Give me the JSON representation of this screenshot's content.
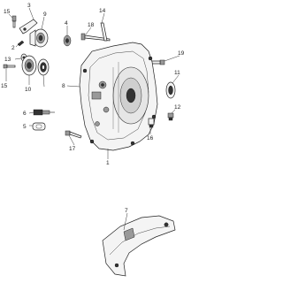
{
  "diagram": {
    "callouts": [
      {
        "id": "c15a",
        "label": "15"
      },
      {
        "id": "c3",
        "label": "3"
      },
      {
        "id": "c9",
        "label": "9"
      },
      {
        "id": "c2",
        "label": "2"
      },
      {
        "id": "c13",
        "label": "13"
      },
      {
        "id": "c4",
        "label": "4"
      },
      {
        "id": "c18",
        "label": "18"
      },
      {
        "id": "c14",
        "label": "14"
      },
      {
        "id": "c8",
        "label": "8"
      },
      {
        "id": "c19",
        "label": "19"
      },
      {
        "id": "c11",
        "label": "11"
      },
      {
        "id": "c15b",
        "label": "15"
      },
      {
        "id": "c10",
        "label": "10"
      },
      {
        "id": "c5",
        "label": "5"
      },
      {
        "id": "c6",
        "label": "6"
      },
      {
        "id": "c12",
        "label": "12"
      },
      {
        "id": "c16",
        "label": "16"
      },
      {
        "id": "c17",
        "label": "17"
      },
      {
        "id": "c1",
        "label": "1"
      },
      {
        "id": "c7",
        "label": "7"
      }
    ]
  }
}
